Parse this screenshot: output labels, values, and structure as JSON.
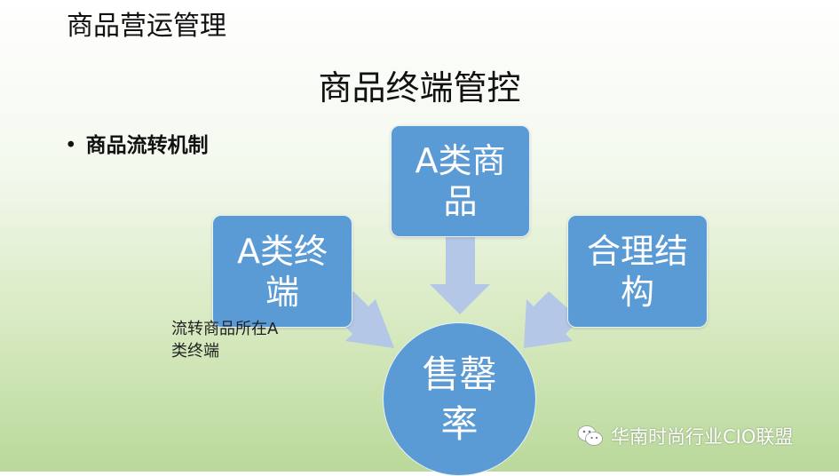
{
  "slide": {
    "title": "商品营运管理",
    "heading": "商品终端管控",
    "bullet": "商品流转机制"
  },
  "diagram": {
    "top_box": "A类商品",
    "left_box": "A类终端",
    "right_box": "合理结构",
    "center_circle": "售罄率",
    "note": "流转商品所在A类终端"
  },
  "watermark": {
    "text": "华南时尚行业CIO联盟",
    "icon": "wechat-icon"
  },
  "colors": {
    "node_fill": "#5b9bd5",
    "arrow_fill": "#b4c7e7"
  }
}
